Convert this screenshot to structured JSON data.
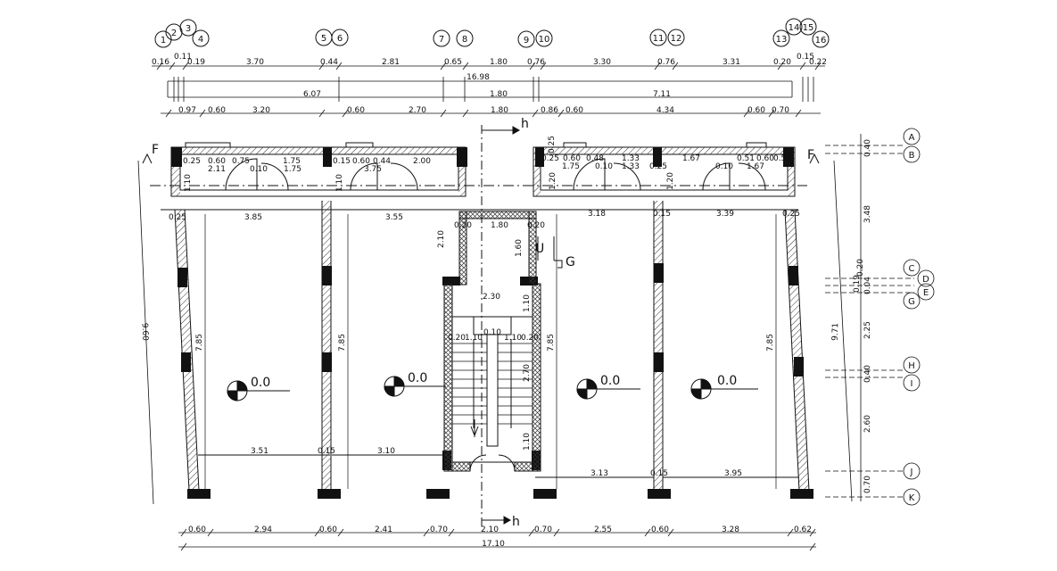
{
  "grid_bubbles_top": [
    "1",
    "2",
    "3",
    "4",
    "5",
    "6",
    "7",
    "8",
    "9",
    "10",
    "11",
    "12",
    "13",
    "14",
    "15",
    "16"
  ],
  "grid_bubbles_right": [
    "A",
    "B",
    "C",
    "D",
    "E",
    "G",
    "H",
    "I",
    "J",
    "K"
  ],
  "dims_top_row1": [
    "0.16",
    "0.11",
    "0.19",
    "3.70",
    "0.44",
    "2.81",
    "0.65",
    "1.80",
    "0.76",
    "3.30",
    "0.76",
    "3.31",
    "0.20",
    "0.15",
    "0.22"
  ],
  "dim_top_overall": "16.98",
  "dims_top_row2": [
    "6.07",
    "1.80",
    "7.11"
  ],
  "dims_top_row3": [
    "0.97",
    "0.60",
    "3.20",
    "0.60",
    "2.70",
    "1.80",
    "0.86",
    "0.60",
    "4.34",
    "0.60",
    "0.70"
  ],
  "dims_interior_upper": [
    "0.25",
    "0.60",
    "0.75",
    "1.75",
    "0.15",
    "0.60",
    "0.44",
    "0.25",
    "0.60",
    "0.48",
    "1.33",
    "0.51",
    "0.60",
    "0.51"
  ],
  "dims_interior_mid": [
    "2.11",
    "0.10",
    "1.75",
    "3.75",
    "2.00",
    "1.75",
    "0.10",
    "1.33",
    "1.67",
    "0.10",
    "1.67",
    "0.25",
    "1.10",
    "1.10",
    "1.20",
    "1.20",
    "0.25"
  ],
  "dims_room_widths": [
    "0.25",
    "3.85",
    "3.55",
    "0.20",
    "1.80",
    "0.20",
    "3.18",
    "0.15",
    "3.39",
    "0.25"
  ],
  "dims_stair": [
    "2.10",
    "1.60",
    "2.30",
    "1.10",
    "0.20",
    "1.10",
    "0.10",
    "1.10",
    "0.20",
    "2.70",
    "1.10"
  ],
  "dims_room_heights": [
    "7.85",
    "7.85",
    "7.85",
    "7.85"
  ],
  "dims_lower_widths": [
    "3.51",
    "0.15",
    "3.10",
    "3.13",
    "0.15",
    "3.95"
  ],
  "dims_bottom_row": [
    "0.60",
    "2.94",
    "0.60",
    "2.41",
    "0.70",
    "2.10",
    "0.70",
    "2.55",
    "0.60",
    "3.28",
    "0.62"
  ],
  "dim_bottom_overall": "17.10",
  "dims_right_column": [
    "0.40",
    "3.48",
    "0.20",
    "0.19",
    "0.04",
    "2.25",
    "0.40",
    "2.60",
    "0.70"
  ],
  "dim_left_diag": "9.60",
  "dim_right_diag": "9.71",
  "level_marks": [
    "0.0",
    "0.0",
    "0.0",
    "0.0"
  ],
  "section_labels": {
    "h_top": "h",
    "h_bottom": "h",
    "f_left": "F",
    "f_right": "F",
    "g_label": "G",
    "u_label": "U"
  }
}
